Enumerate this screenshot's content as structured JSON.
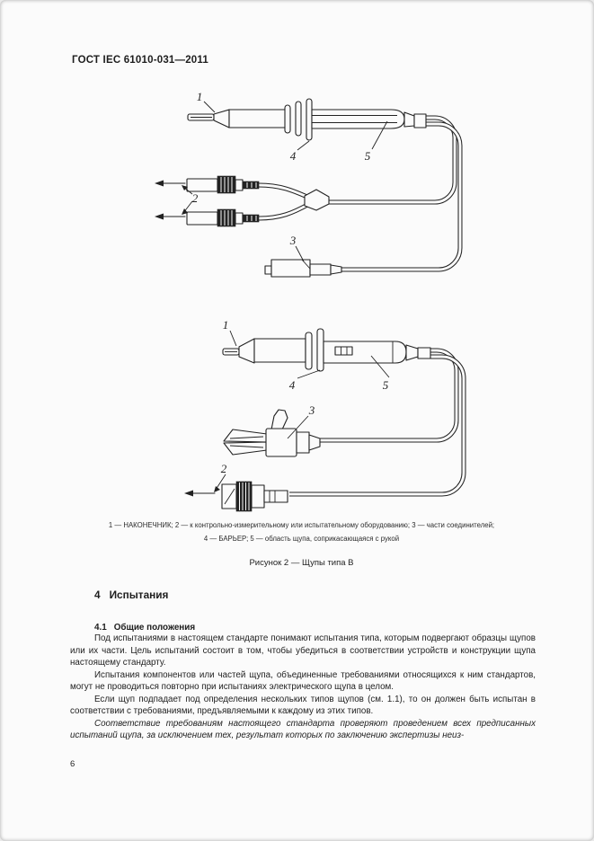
{
  "header": {
    "standard_code": "ГОСТ IEC 61010-031—2011"
  },
  "figure": {
    "callouts": {
      "n1": "1",
      "n2": "2",
      "n3": "3",
      "n4": "4",
      "n5": "5"
    },
    "caption_line1": "1 — НАКОНЕЧНИК; 2 — к контрольно-измерительному или испытательному оборудованию; 3 — части соединителей;",
    "caption_line2": "4 — БАРЬЕР; 5 — область щупа, соприкасающаяся с рукой",
    "title": "Рисунок 2 — Щупы типа В"
  },
  "section": {
    "number": "4",
    "title": "Испытания",
    "sub_number": "4.1",
    "sub_title": "Общие положения",
    "paragraphs": [
      "Под испытаниями в настоящем стандарте понимают испытания типа, которым подвергают образцы щупов или их части. Цель испытаний состоит в том, чтобы убедиться в соответствии устройств и конструкции щупа настоящему стандарту.",
      "Испытания компонентов или частей щупа, объединенные требованиями относящихся к ним стандартов, могут не проводиться повторно при испытаниях электрического щупа в целом.",
      "Если щуп подпадает под определения нескольких типов щупов (см. 1.1), то он должен быть испытан в соответствии с требованиями, предъявляемыми к каждому из этих типов.",
      "Соответствие требованиям настоящего стандарта проверяют проведением всех предписанных испытаний щупа, за исключением тех, результат которых по заключению экспертизы неиз-"
    ]
  },
  "footer": {
    "page_number": "6"
  }
}
